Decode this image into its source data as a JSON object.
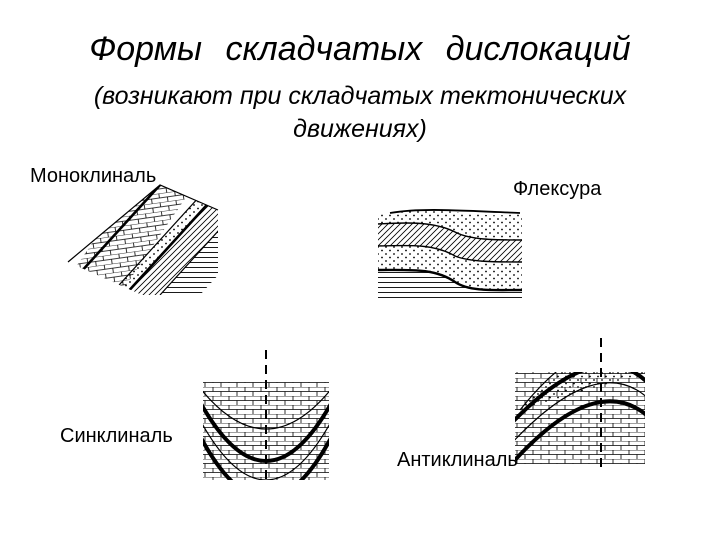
{
  "title": "Формы складчатых дислокаций",
  "subtitle_line1": "(возникают при складчатых тектонических",
  "subtitle_line2": "движениях)",
  "labels": {
    "monocline": "Моноклиналь",
    "flexure": "Флексура",
    "syncline": "Синклиналь",
    "anticline": "Антиклиналь"
  },
  "colors": {
    "ink": "#000000",
    "background": "#ffffff"
  }
}
